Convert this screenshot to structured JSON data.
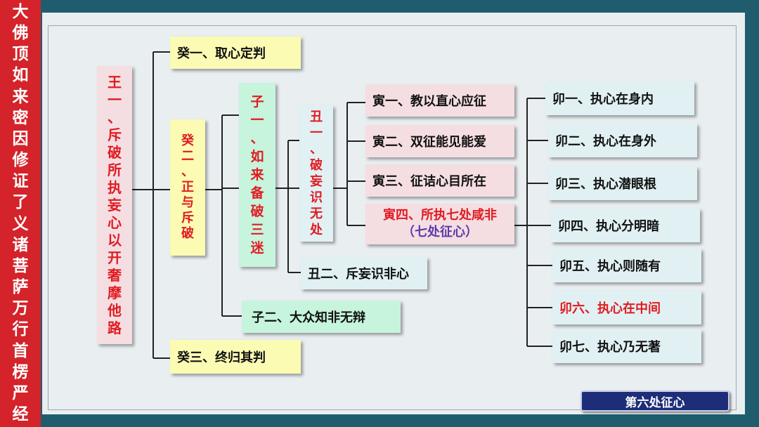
{
  "sidebar_title": [
    "大",
    "佛",
    "顶",
    "如",
    "来",
    "密",
    "因",
    "修",
    "证",
    "了",
    "义",
    "诸",
    "菩",
    "萨",
    "万",
    "行",
    "首",
    "楞",
    "严",
    "经"
  ],
  "nodes": {
    "ren1": [
      "王",
      "一",
      "、",
      "斥",
      "破",
      "所",
      "执",
      "妄",
      "心",
      "以",
      "开",
      "奢",
      "摩",
      "他",
      "路"
    ],
    "gui1": "癸一、取心定判",
    "gui2": [
      "癸",
      "二",
      "、",
      "正",
      "与",
      "斥",
      "破"
    ],
    "gui3": "癸三、终归其判",
    "zi1": [
      "子",
      "一",
      "、",
      "如",
      "来",
      "备",
      "破",
      "三",
      "迷"
    ],
    "zi2": "子二、大众知非无辩",
    "chou1": [
      "丑",
      "一",
      "、",
      "破",
      "妄",
      "识",
      "无",
      "处"
    ],
    "chou2": "丑二、斥妄识非心",
    "yin1": "寅一、教以直心应征",
    "yin2": "寅二、双征能见能爱",
    "yin3": "寅三、征诘心目所在",
    "yin4_line1": "寅四、所执七处咸非",
    "yin4_line2": "（七处征心）",
    "mao": [
      "卯一、执心在身内",
      "卯二、执心在身外",
      "卯三、执心潜眼根",
      "卯四、执心分明暗",
      "卯五、执心则随有",
      "卯六、执心在中间",
      "卯七、执心乃无著"
    ]
  },
  "badge": "第六处征心",
  "colors": {
    "sidebar_bg": "#d4232a",
    "highlight": "#e11b22",
    "note": "#5c3aa8",
    "badge_bg": "#1d2d78"
  }
}
